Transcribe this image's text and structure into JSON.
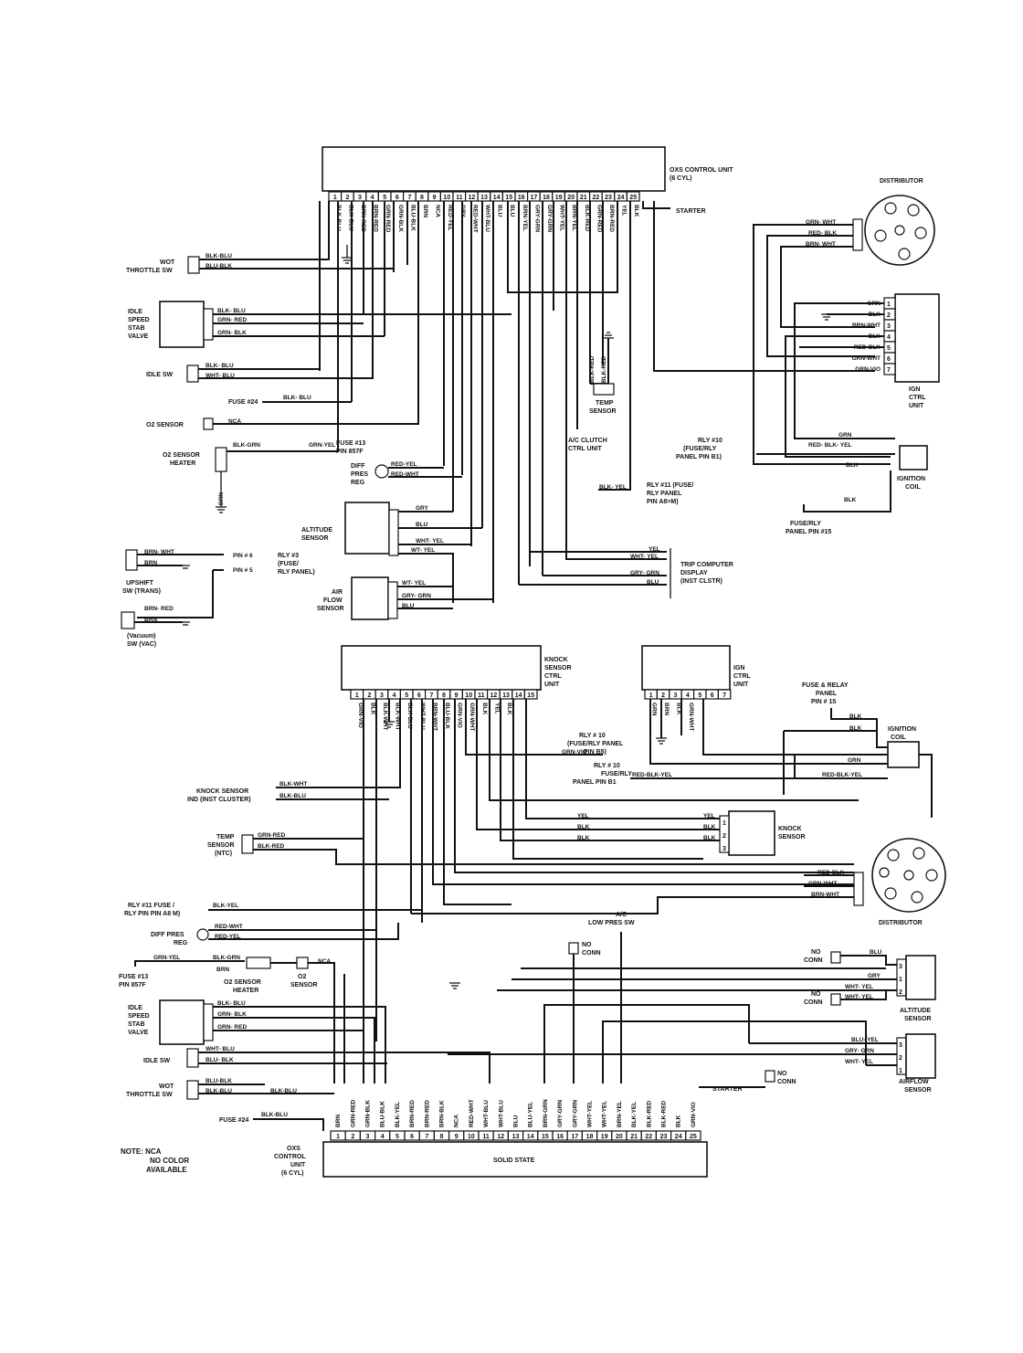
{
  "top": {
    "ecu_name": "OXS CONTROL UNIT",
    "ecu_sub": "(6 CYL)",
    "pins": [
      "1",
      "2",
      "3",
      "4",
      "5",
      "6",
      "7",
      "8",
      "9",
      "10",
      "11",
      "12",
      "13",
      "14",
      "15",
      "16",
      "17",
      "18",
      "19",
      "20",
      "21",
      "22",
      "23",
      "24",
      "25"
    ],
    "pin_wires": [
      "BLK-BLU",
      "BLK-BLU",
      "BRN-RED",
      "BRN-RED",
      "GRN-RED",
      "GRN-BLK",
      "BLU-BLK",
      "BRN",
      "NCA",
      "RED-YEL",
      "GRY",
      "RED-WHT",
      "WHT-BLU",
      "BLU",
      "BLU",
      "BRN-YEL",
      "GRY-GRN",
      "GRY-GRN",
      "WHT-YEL",
      "BRN-YEL",
      "BLK-RED",
      "GRN-RED",
      "BRN-RED",
      "YEL",
      "BLK"
    ],
    "starter": "STARTER",
    "distributor": "DISTRIBUTOR",
    "dist_wires": [
      "GRN- WHT",
      "RED- BLK",
      "BRN- WHT"
    ],
    "ign_ctrl": [
      "IGN",
      "CTRL",
      "UNIT"
    ],
    "ign_pins": [
      "1",
      "2",
      "3",
      "4",
      "5",
      "6",
      "7"
    ],
    "ign_wires": [
      "GRN",
      "BLK",
      "BRN-WHT",
      "BLK",
      "RED-BLK",
      "GRN-WHT",
      "GRN-VIO"
    ],
    "wot_sw": [
      "WOT",
      "THROTTLE SW"
    ],
    "wot_wires": [
      "BLK-BLU",
      "BLU-BLK"
    ],
    "idle_valve": [
      "IDLE",
      "SPEED",
      "STAB",
      "VALVE"
    ],
    "idle_valve_wires": [
      "BLK- BLU",
      "GRN- RED",
      "GRN- BLK"
    ],
    "idle_sw": "IDLE SW",
    "idle_sw_wires": [
      "BLK- BLU",
      "WHT- BLU"
    ],
    "fuse24": "FUSE #24",
    "fuse24_wire": "BLK- BLU",
    "o2": "O2 SENSOR",
    "nca": "NCA",
    "o2_heater": [
      "O2 SENSOR",
      "HEATER"
    ],
    "heater_wires": [
      "BLK-GRN",
      "GRN-YEL"
    ],
    "fuse13": [
      "FUSE #13",
      "PIN 857F"
    ],
    "brn": "BRN",
    "diff_press": [
      "DIFF",
      "PRES",
      "REG"
    ],
    "diff_wires": [
      "RED-YEL",
      "RED-WHT"
    ],
    "temp_sensor": [
      "TEMP",
      "SENSOR"
    ],
    "temp_wires": [
      "BLK-RED",
      "BLK-RED"
    ],
    "ac_clutch": [
      "A/C CLUTCH",
      "CTRL UNIT"
    ],
    "rly11": [
      "RLY #11 (FUSE/",
      "RLY PANEL",
      "PIN A8>M)"
    ],
    "rly11_wire": "BLK- YEL",
    "rly10": [
      "RLY #10",
      "(FUSE/RLY",
      "PANEL PIN B1)"
    ],
    "coil_wires": [
      "GRN",
      "RED- BLK- YEL",
      "BLK"
    ],
    "ign_coil": [
      "IGNITION",
      "COIL"
    ],
    "fuse_rly15": [
      "FUSE/RLY",
      "PANEL PIN #15"
    ],
    "fuse_rly15_wire": "BLK",
    "altitude": [
      "ALTITUDE",
      "SENSOR"
    ],
    "alt_wires": [
      "GRY",
      "BLU",
      "WHT- YEL",
      "WT- YEL"
    ],
    "airflow": [
      "AIR",
      "FLOW",
      "SENSOR"
    ],
    "air_wires": [
      "WT- YEL",
      "GRY- GRN",
      "BLU"
    ],
    "trip": [
      "TRIP COMPUTER",
      "DISPLAY",
      "(INST CLSTR)"
    ],
    "trip_wires": [
      "YEL",
      "WHT- YEL",
      "GRY- GRN",
      "BLU"
    ],
    "upshift": [
      "UPSHIFT",
      "SW (TRANS)"
    ],
    "upshift_wires": [
      "BRN- WHT",
      "BRN"
    ],
    "pin6": "PIN # 6",
    "pin5": "PIN # 5",
    "rly3": [
      "RLY #3",
      "(FUSE/",
      "RLY PANEL)"
    ],
    "vacuum": [
      "(Vacuum)",
      "SW (VAC)"
    ],
    "vac_wires": [
      "BRN- RED",
      "BRN"
    ]
  },
  "bottom": {
    "knock_ctrl": [
      "KNOCK",
      "SENSOR",
      "CTRL",
      "UNIT"
    ],
    "knock_pins": [
      "1",
      "2",
      "3",
      "4",
      "5",
      "6",
      "7",
      "8",
      "9",
      "10",
      "11",
      "12",
      "13",
      "14",
      "15"
    ],
    "knock_wires": [
      "GRN-VIO",
      "BLK",
      "BLK-WHT",
      "BLK-WHT",
      "BLK-BLU",
      "WHT-BLU",
      "BRN-WHT",
      "BLU-BLK",
      "GRN-VIO",
      "GRN-WHT",
      "BLK",
      "YEL",
      "BLK"
    ],
    "ign_ctrl": [
      "IGN",
      "CTRL",
      "UNIT"
    ],
    "ign_pins": [
      "1",
      "2",
      "3",
      "4",
      "5",
      "6",
      "7"
    ],
    "ign_wires": [
      "GRN",
      "BRN",
      "BLK",
      "GRN-WHT"
    ],
    "fuse_relay15": [
      "FUSE & RELAY",
      "PANEL",
      "PIN # 15"
    ],
    "coil": [
      "IGNITION",
      "COIL"
    ],
    "coil_wires": [
      "BLK",
      "BLK",
      "GRN",
      "RED-BLK-YEL"
    ],
    "rly10a": [
      "RLY # 10",
      "(FUSE/RLY PANEL",
      "PIN B5)"
    ],
    "rly10a_wire": "GRN-VIO",
    "rly10b": [
      "RLY # 10",
      "FUSE/RLY",
      "PANEL PIN B1"
    ],
    "rly10b_wire": "RED-BLK-YEL",
    "knock_sensor_note": [
      "KNOCK SENSOR",
      "IND (INST CLUSTER)"
    ],
    "knock_note_wires": [
      "BLK-WHT",
      "BLK-BLU"
    ],
    "knock_sensor": [
      "KNOCK",
      "SENSOR"
    ],
    "knock_sensor_wires": [
      "YEL",
      "BLK",
      "BLK"
    ],
    "knock_sensor_pins": [
      "1",
      "2",
      "3"
    ],
    "temp": [
      "TEMP",
      "SENSOR",
      "(NTC)"
    ],
    "temp_wires": [
      "GRN-RED",
      "BLK-RED"
    ],
    "distributor": "DISTRIBUTOR",
    "dist_wires": [
      "RED-BLK",
      "GRN-WHT",
      "BRN-WHT"
    ],
    "rly11": [
      "RLY #11 FUSE /",
      "RLY PIN PIN A8 M)"
    ],
    "rly11_wire": "BLK-YEL",
    "diff": [
      "DIFF PRES",
      "REG"
    ],
    "diff_wires": [
      "RED-WHT",
      "RED-YEL"
    ],
    "ac_low": [
      "A/C",
      "LOW PRES SW"
    ],
    "no_conn": [
      "NO",
      "CONN"
    ],
    "heater_wires": [
      "GRN-YEL",
      "BLK-GRN",
      "BRN"
    ],
    "fuse13": [
      "FUSE #13",
      "PIN 857F"
    ],
    "o2_heater": [
      "O2 SENSOR",
      "HEATER"
    ],
    "o2": [
      "O2",
      "SENSOR"
    ],
    "nca": "NCA",
    "idle_valve": [
      "IDLE",
      "SPEED",
      "STAB",
      "VALVE"
    ],
    "idle_valve_wires": [
      "BLK- BLU",
      "GRN- BLK",
      "GRN- RED"
    ],
    "idle_sw": "IDLE SW",
    "idle_sw_wires": [
      "WHT- BLU",
      "BLU- BLK"
    ],
    "wot": [
      "WOT",
      "THROTTLE SW"
    ],
    "wot_wires": [
      "BLU-BLK",
      "BLK-BLU",
      "BLK-BLU"
    ],
    "fuse24": "FUSE #24",
    "fuse24_wire": "BLK-BLU",
    "altitude": [
      "ALTITUDE",
      "SENSOR"
    ],
    "alt_wires": [
      "BLU",
      "GRY",
      "WHT- YEL",
      "WHT- YEL"
    ],
    "alt_pins": [
      "3",
      "1",
      "2"
    ],
    "airflow": [
      "AIRFLOW",
      "SENSOR"
    ],
    "air_wires": [
      "BLU- YEL",
      "GRY- GRN",
      "WHT- YEL"
    ],
    "air_pins": [
      "3",
      "2",
      "1"
    ],
    "starter": "STARTER",
    "ecu_name": [
      "OXS",
      "CONTROL",
      "UNIT",
      "(6 CYL)"
    ],
    "solid_state": "SOLID STATE",
    "ecu_pins": [
      "1",
      "2",
      "3",
      "4",
      "5",
      "6",
      "7",
      "8",
      "9",
      "10",
      "11",
      "12",
      "13",
      "14",
      "15",
      "16",
      "17",
      "18",
      "19",
      "20",
      "21",
      "22",
      "23",
      "24",
      "25"
    ],
    "ecu_wires": [
      "BRN",
      "GRN-RED",
      "GRN-BLK",
      "BLU-BLK",
      "BLK-YEL",
      "BRN-RED",
      "BRN-RED",
      "BRN-BLK",
      "NCA",
      "RED-WHT",
      "WHT-BLU",
      "WHT-BLU",
      "BLU",
      "BLU-YEL",
      "BRN-GRN",
      "GRY-GRN",
      "GRY-GRN",
      "WHT-YEL",
      "WHT-YEL",
      "BRN-YEL",
      "BLK-YEL",
      "BLK-RED",
      "BLK-RED",
      "BLK",
      "GRN-VIO"
    ],
    "note": [
      "NOTE: NCA",
      "NO COLOR",
      "AVAILABLE"
    ]
  }
}
